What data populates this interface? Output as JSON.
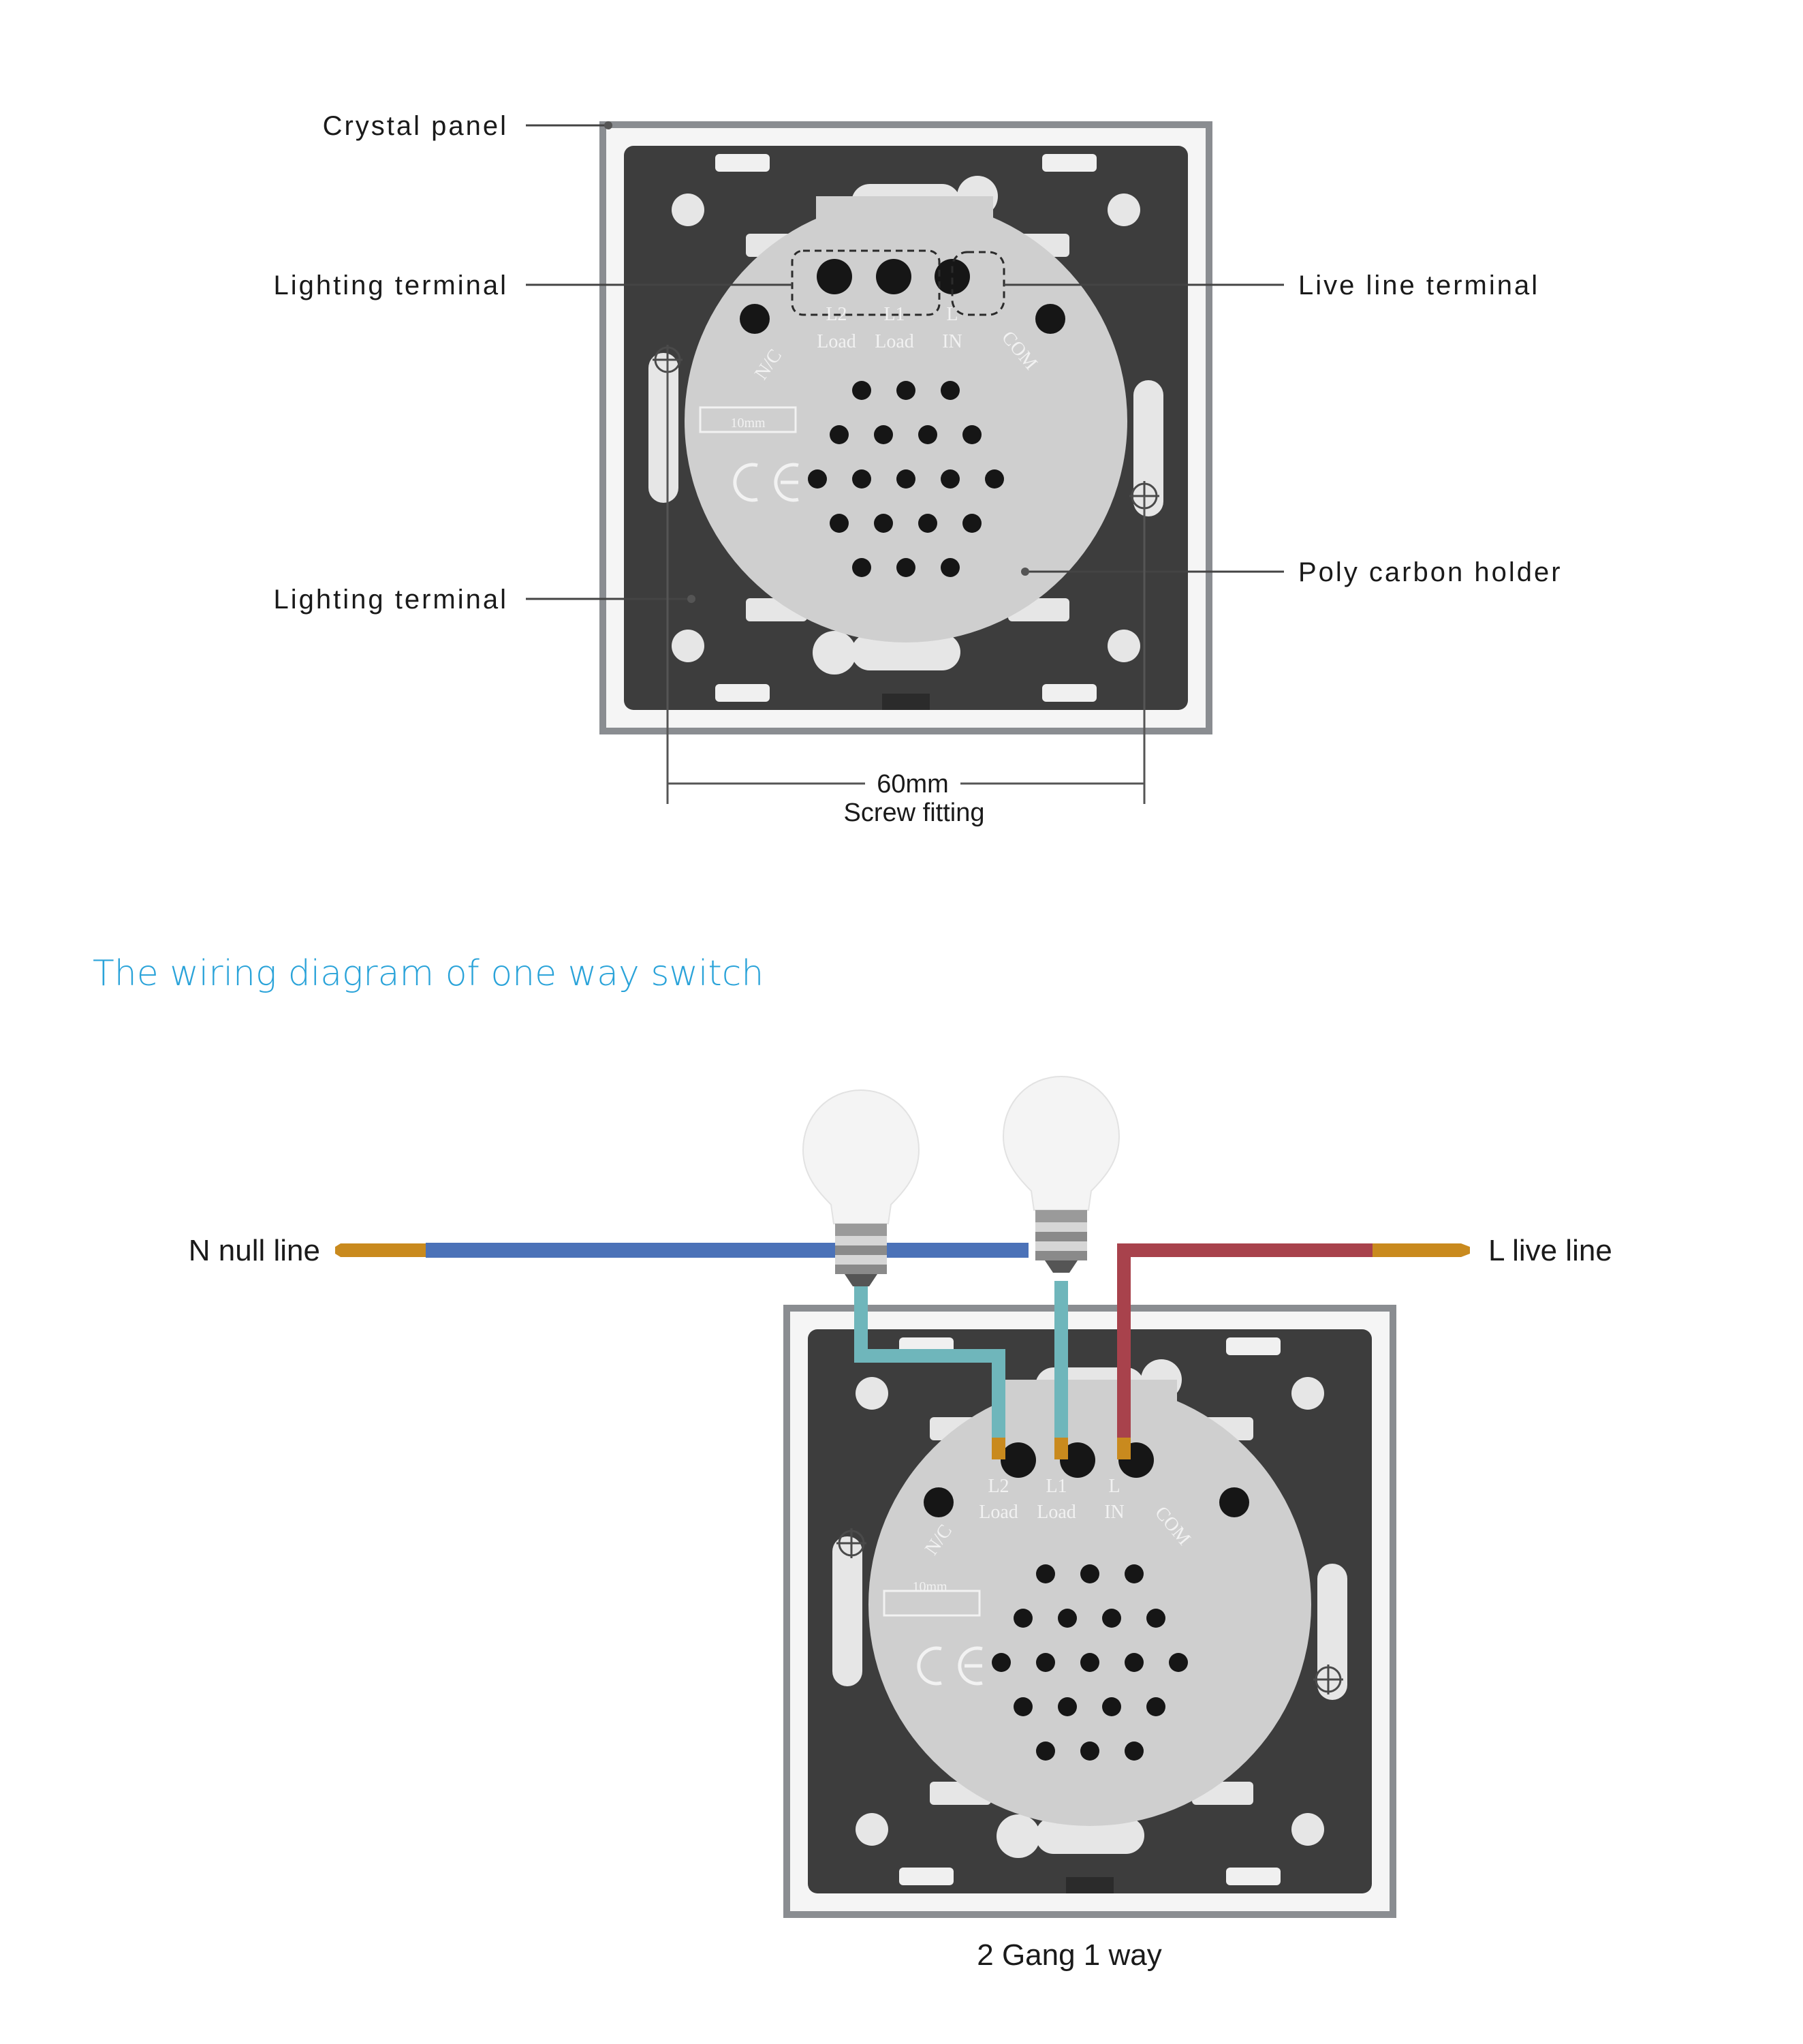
{
  "callouts": {
    "crystal_panel": "Crystal panel",
    "lighting_terminal_top": "Lighting terminal",
    "lighting_terminal_bottom": "Lighting terminal",
    "live_line_terminal": "Live line terminal",
    "poly_carbon_holder": "Poly carbon holder"
  },
  "dimension": {
    "value": "60mm",
    "caption": "Screw fitting"
  },
  "module_labels": {
    "l2": "L2",
    "l1": "L1",
    "l": "L",
    "load_left": "Load",
    "load_right": "Load",
    "in": "IN",
    "nc": "N/C",
    "com": "COM",
    "ruler": "10mm",
    "ce": "CE"
  },
  "wiring": {
    "heading": "The wiring diagram of one way switch",
    "neutral_label": "N null line",
    "live_label": "L live line",
    "caption": "2 Gang 1 way"
  },
  "colors": {
    "panel_frame": "#8a8d91",
    "panel_inner": "#f5f5f5",
    "panel_back": "#3d3d3d",
    "module_body": "#cfcfcf",
    "neutral_wire": "#4b72b8",
    "live_wire": "#a8424c",
    "load_wire": "#6fb6bb",
    "copper": "#c98a1e",
    "heading": "#2aa3d9"
  }
}
